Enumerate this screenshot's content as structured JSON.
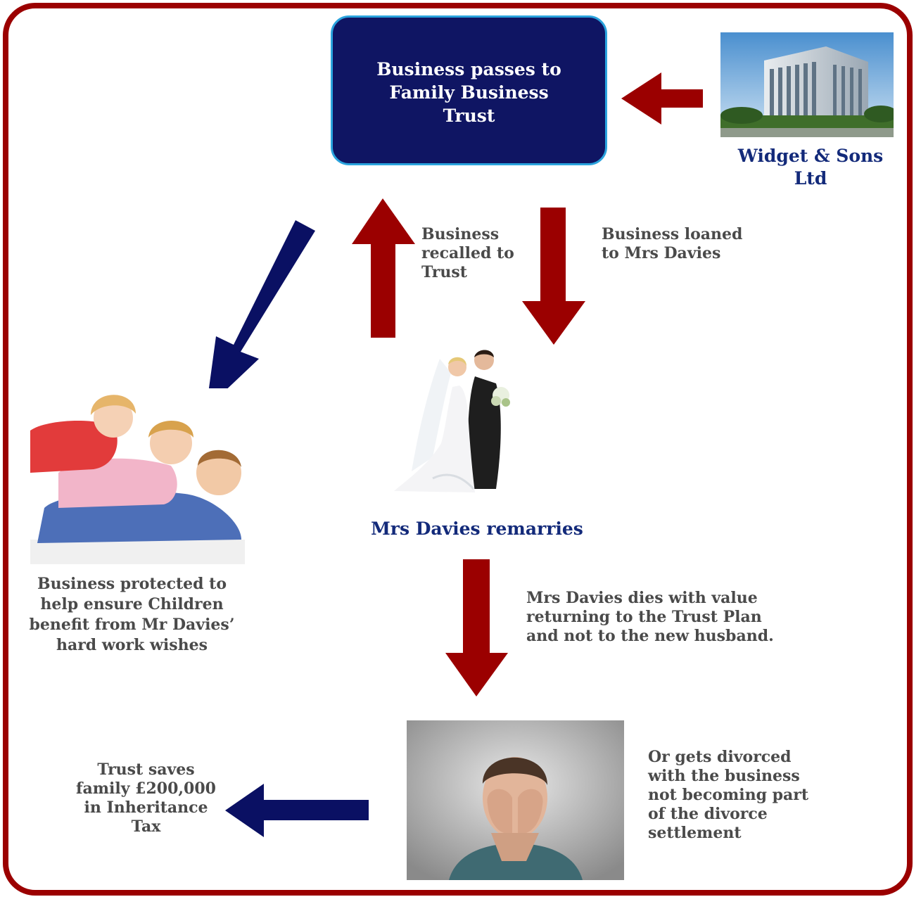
{
  "colors": {
    "frame": "#9b0000",
    "red_arrow": "#9b0000",
    "blue_arrow": "#0a1063",
    "trust_box_fill": "#0f1563",
    "trust_box_border": "#2aa3dd",
    "heading_blue": "#132a7a",
    "label_gray": "#4a4a4a"
  },
  "trust_box": {
    "text": "Business passes to Family Business Trust"
  },
  "company": {
    "name": "Widget & Sons Ltd",
    "image": "office-building-photo"
  },
  "recall_label": "Business recalled to Trust",
  "loan_label": "Business loaned to Mrs Davies",
  "remarry": {
    "caption": "Mrs Davies remarries",
    "image": "wedding-couple-photo"
  },
  "children": {
    "caption": "Business protected to help ensure Children benefit from Mr Davies’ hard work wishes",
    "image": "children-photo"
  },
  "dies_label": "Mrs Davies dies with value returning to the Trust Plan and not to the new husband.",
  "divorce": {
    "caption": "Or gets divorced with the business not becoming part of the divorce settlement",
    "image": "distressed-man-photo"
  },
  "tax_label": "Trust saves family £200,000 in Inheritance Tax"
}
